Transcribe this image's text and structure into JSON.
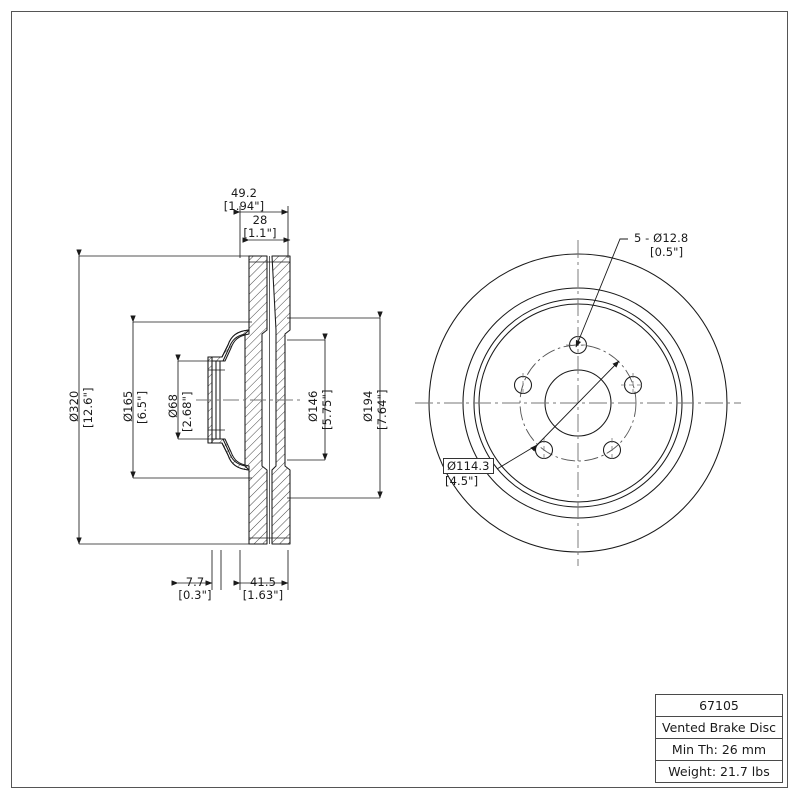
{
  "drawing": {
    "type": "engineering-drawing",
    "subject": "Vented Brake Disc (Brake Rotor)",
    "views": {
      "section_view": "cross-section side profile (left)",
      "face_view": "front circular view (right)"
    }
  },
  "title_block": {
    "part_number": "67105",
    "description": "Vented Brake Disc",
    "min_thickness": "Min Th: 26 mm",
    "weight": "Weight: 21.7 lbs"
  },
  "dimensions": {
    "overall_width": {
      "mm": "49.2",
      "inch": "[1.94\"]"
    },
    "disc_thickness": {
      "mm": "28",
      "inch": "[1.1\"]"
    },
    "outer_diameter": {
      "mm": "Ø320",
      "inch": "[12.6\"]"
    },
    "hat_diameter": {
      "mm": "Ø165",
      "inch": "[6.5\"]"
    },
    "center_bore": {
      "mm": "Ø68",
      "inch": "[2.68\"]"
    },
    "inner_diameter_146": {
      "mm": "Ø146",
      "inch": "[5.75\"]"
    },
    "inner_diameter_194": {
      "mm": "Ø194",
      "inch": "[7.64\"]"
    },
    "hat_height": {
      "mm": "7.7",
      "inch": "[0.3\"]"
    },
    "offset": {
      "mm": "41.5",
      "inch": "[1.63\"]"
    },
    "bolt_holes": {
      "callout": "5 - Ø12.8",
      "inch": "[0.5\"]"
    },
    "bolt_circle": {
      "mm": "Ø114.3",
      "inch": "[4.5\"]"
    }
  },
  "colors": {
    "line": "#1a1a1a",
    "frame": "#555555",
    "center_line": "#777777",
    "background": "#ffffff"
  }
}
